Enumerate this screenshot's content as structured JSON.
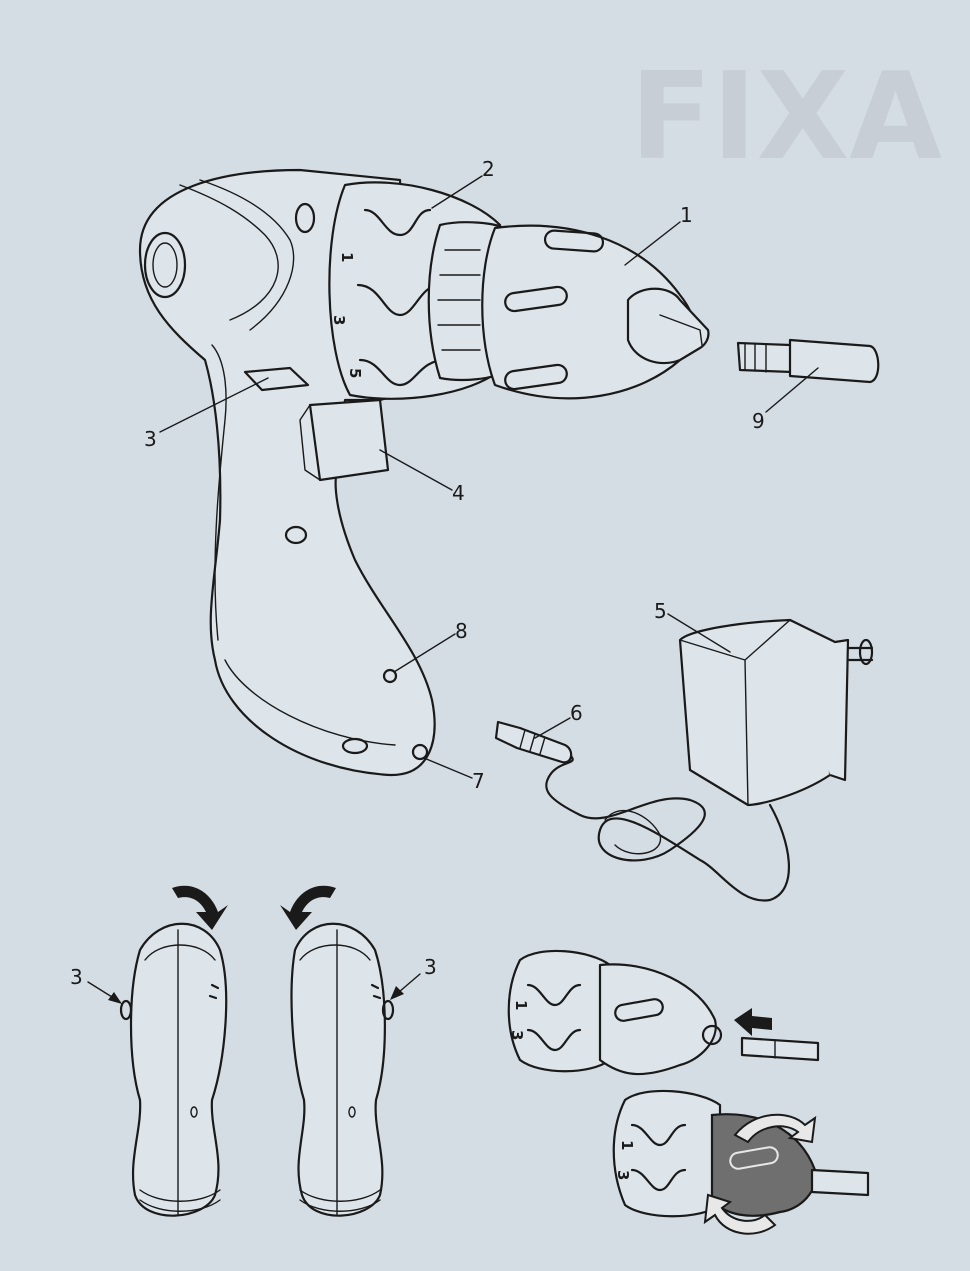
{
  "watermark": "FIXA",
  "labels": {
    "chuck": "1",
    "torque_ring": "2",
    "direction_switch": "3",
    "trigger": "4",
    "charger": "5",
    "plug": "6",
    "charging_socket": "7",
    "charge_indicator": "8",
    "bit_holder": "9",
    "left_view_switch": "3",
    "right_view_switch": "3"
  },
  "dial_marks": {
    "mark_1": "1",
    "mark_3": "3",
    "mark_5": "5",
    "small_1": "1",
    "small_3": "3",
    "small_1b": "1",
    "small_3b": "3"
  },
  "colors": {
    "background": "#d5dde4",
    "line": "#1a1a1a",
    "chuck_shaded": "#6f6f6f"
  }
}
